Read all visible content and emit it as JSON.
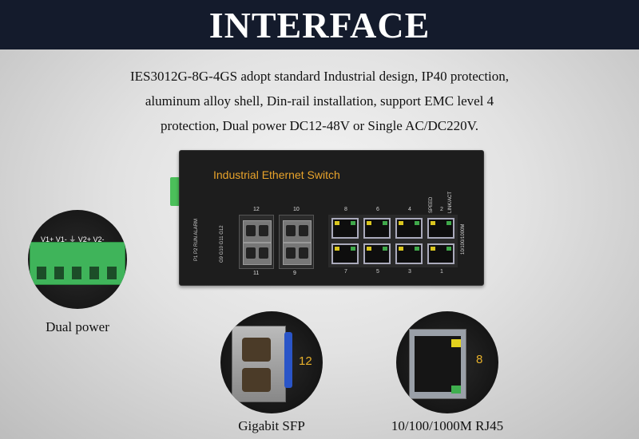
{
  "header": {
    "title": "INTERFACE"
  },
  "description": [
    "IES3012G-8G-4GS adopt standard Industrial design, IP40 protection,",
    "aluminum alloy shell, Din-rail installation, support EMC level 4",
    "protection, Dual power DC12-48V or Single AC/DC220V."
  ],
  "device": {
    "label": "Industrial Ethernet Switch",
    "led_labels": "P1 P2 RUN ALARM",
    "sfp_labels": "G9 G10 G11 G12",
    "sfp_ports": {
      "top_left": "12",
      "top_right": "10",
      "bottom_left": "11",
      "bottom_right": "9"
    },
    "rj45_top_numbers": [
      "8",
      "6",
      "4",
      "2"
    ],
    "rj45_bottom_numbers": [
      "7",
      "5",
      "3",
      "1"
    ],
    "speed_label": "SPEED",
    "link_label": "LINK/ACT",
    "rate_label": "10/100/1000M"
  },
  "callouts": {
    "power": {
      "caption": "Dual power",
      "terminals": "V1+  V1-  ⏚  V2+  V2-"
    },
    "sfp": {
      "caption": "Gigabit SFP",
      "port_number": "12"
    },
    "rj45": {
      "caption": "10/100/1000M RJ45",
      "port_number": "8"
    }
  }
}
